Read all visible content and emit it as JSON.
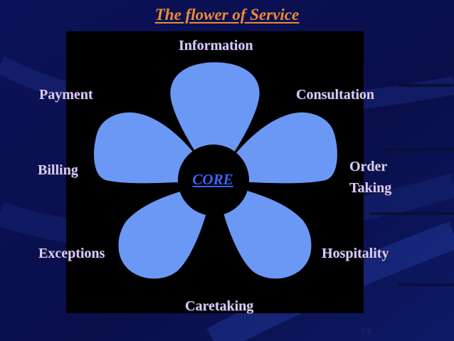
{
  "title": "The flower of Service",
  "core": "CORE",
  "petal_labels": {
    "information": "Information",
    "payment": "Payment",
    "consultation": "Consultation",
    "billing": "Billing",
    "order_taking_line1": "Order",
    "order_taking_line2": "Taking",
    "exceptions": "Exceptions",
    "hospitality": "Hospitality",
    "caretaking": "Caretaking"
  },
  "page_number": "19",
  "colors": {
    "background": "#0a1050",
    "panel": "#000000",
    "petal": "#6b98f4",
    "label_text": "#d8ccf8",
    "title": "#ee8a38",
    "core_text": "#3f63ff"
  }
}
